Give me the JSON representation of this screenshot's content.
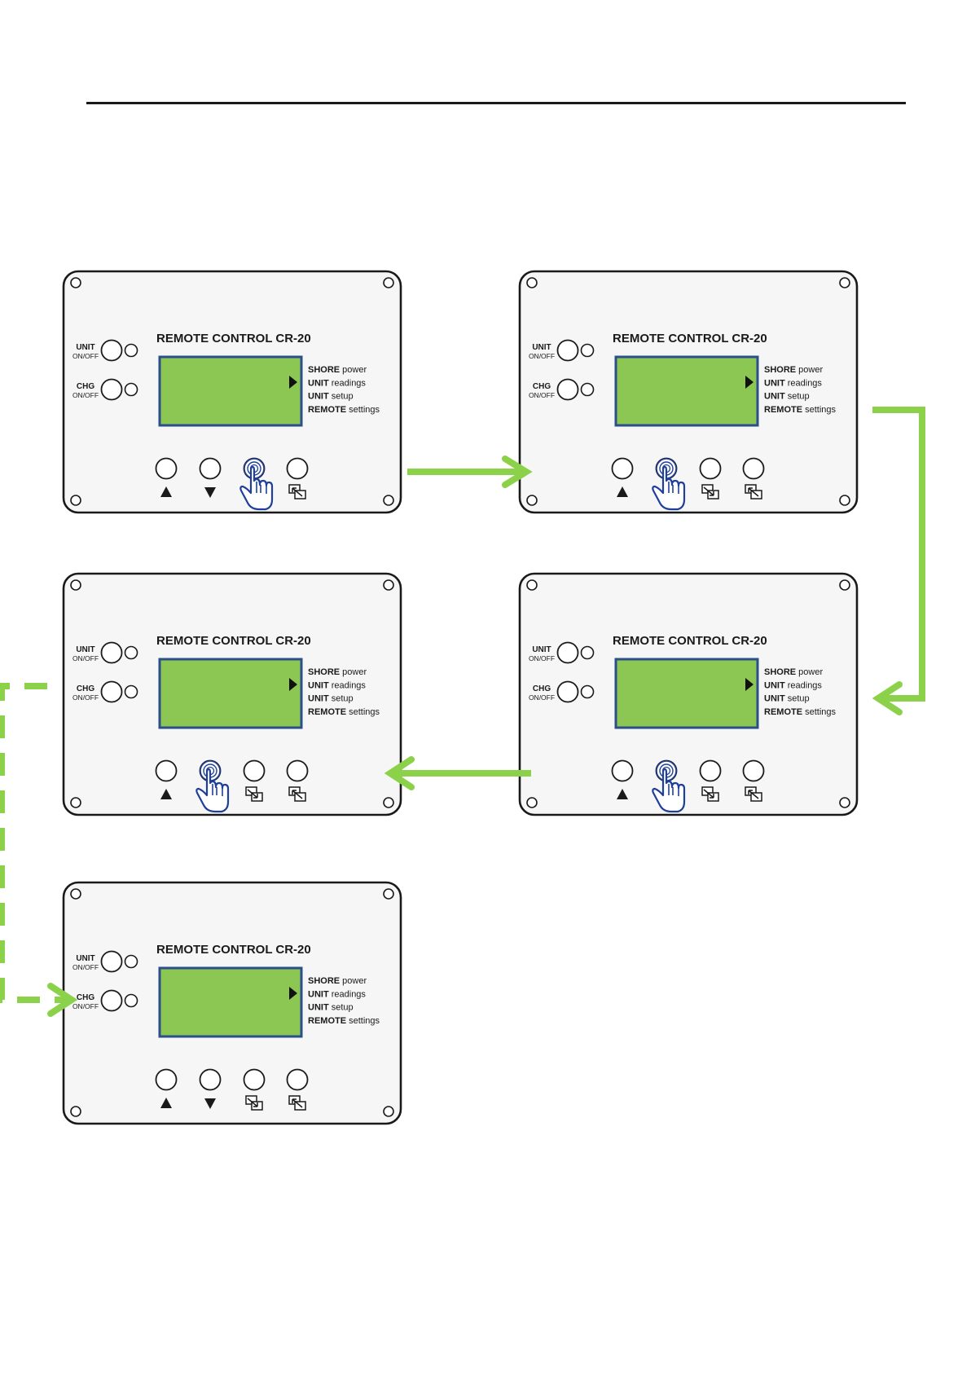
{
  "panel": {
    "title": "REMOTE CONTROL CR-20",
    "unit_label": "UNIT",
    "unit_sub": "ON/OFF",
    "chg_label": "CHG",
    "chg_sub": "ON/OFF"
  },
  "menu": [
    {
      "bold": "SHORE",
      "rest": " power"
    },
    {
      "bold": "UNIT",
      "rest": " readings"
    },
    {
      "bold": "UNIT",
      "rest": " setup"
    },
    {
      "bold": "REMOTE",
      "rest": " settings"
    }
  ],
  "panels": [
    {
      "id": "step-1",
      "keys": [
        "up-arrow",
        "down-arrow",
        "enter-key",
        "escape-key"
      ],
      "pressed": 2
    },
    {
      "id": "step-2",
      "keys": [
        "up-arrow",
        "enter-key",
        "enter-key",
        "escape-key"
      ],
      "pressed": 1
    },
    {
      "id": "step-3",
      "keys": [
        "up-arrow",
        "enter-key",
        "enter-key",
        "escape-key"
      ],
      "pressed": 1
    },
    {
      "id": "step-4",
      "keys": [
        "up-arrow",
        "enter-key",
        "enter-key",
        "escape-key"
      ],
      "pressed": 1
    },
    {
      "id": "step-5",
      "keys": [
        "up-arrow",
        "down-arrow",
        "enter-key",
        "escape-key"
      ],
      "pressed": -1
    }
  ],
  "colors": {
    "arrow": "#8cd14a",
    "lcd": "#8cc653",
    "lcd_border": "#2a4f8a",
    "hand": "#1f3f9a",
    "outline": "#1a1a1a"
  }
}
